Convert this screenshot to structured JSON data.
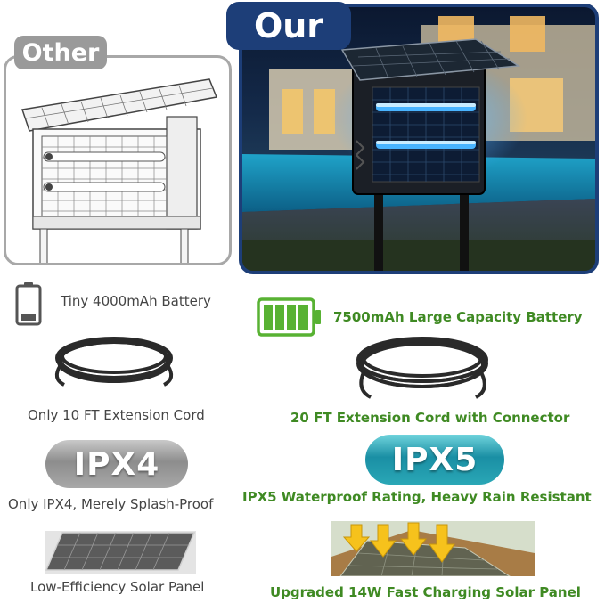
{
  "panels": {
    "other_tag": "Other",
    "our_tag": "Our"
  },
  "left_column": {
    "battery": "Tiny 4000mAh Battery",
    "cord": "Only 10 FT Extension Cord",
    "waterproof_badge": "IPX4",
    "waterproof": "Only IPX4, Merely Splash-Proof",
    "solar": "Low-Efficiency Solar Panel"
  },
  "right_column": {
    "battery": "7500mAh Large Capacity Battery",
    "cord": "20 FT Extension Cord with Connector",
    "waterproof_badge": "IPX5",
    "waterproof": "IPX5 Waterproof Rating, Heavy Rain Resistant",
    "solar": "Upgraded 14W Fast Charging Solar Panel"
  },
  "colors": {
    "our_accent": "#1d3e78",
    "other_accent": "#9a9a9a",
    "green_text": "#3f8a23",
    "uv_light": "#49b4ff"
  },
  "icons": {
    "low_battery": "battery-low-icon",
    "full_battery": "battery-full-icon"
  }
}
